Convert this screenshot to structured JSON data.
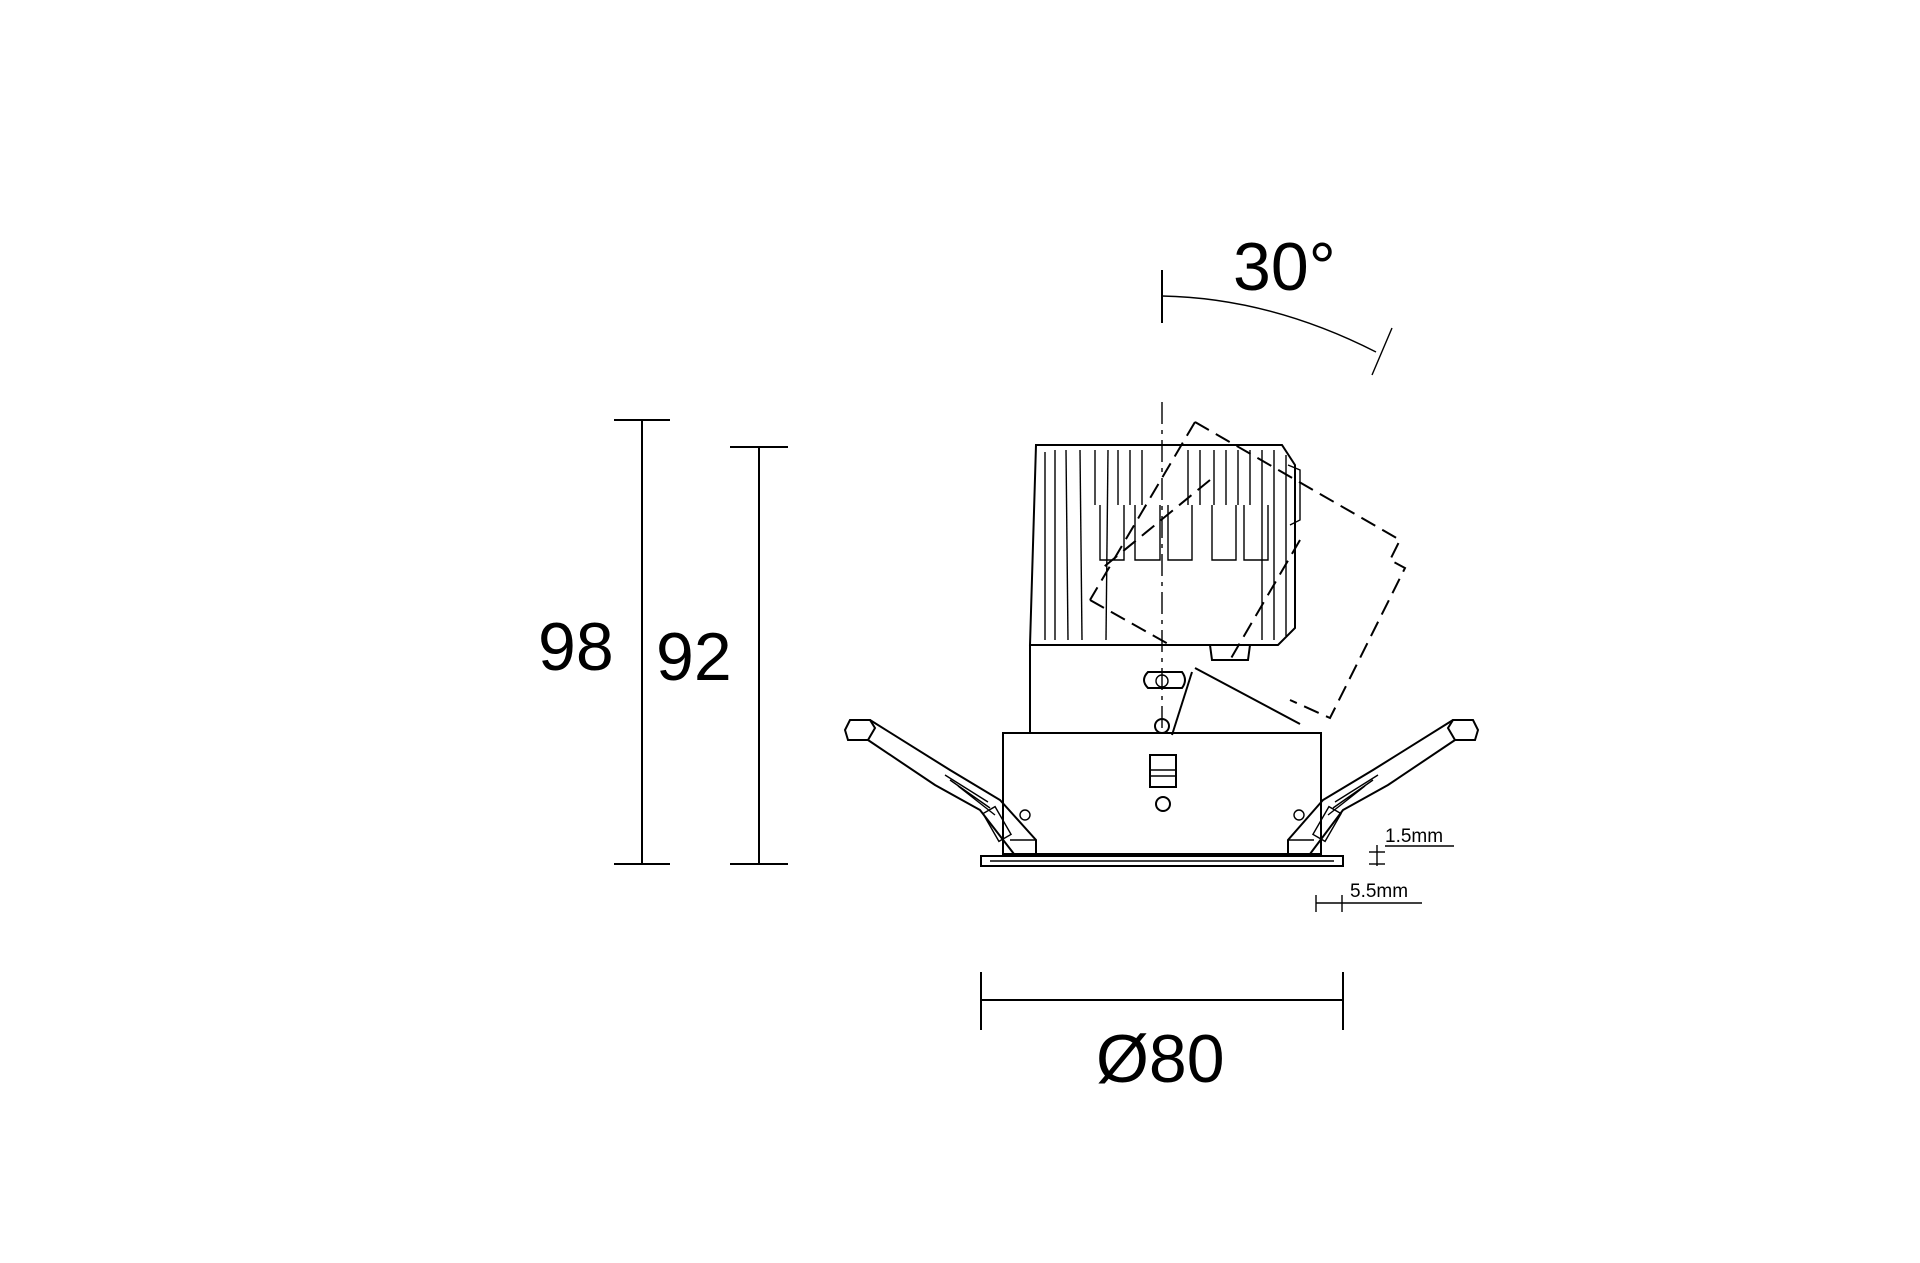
{
  "drawing": {
    "tilt_angle": "30°",
    "height_total": "98",
    "height_body": "92",
    "diameter": "Ø80",
    "flange_thickness": "1.5mm",
    "flange_overhang": "5.5mm"
  }
}
